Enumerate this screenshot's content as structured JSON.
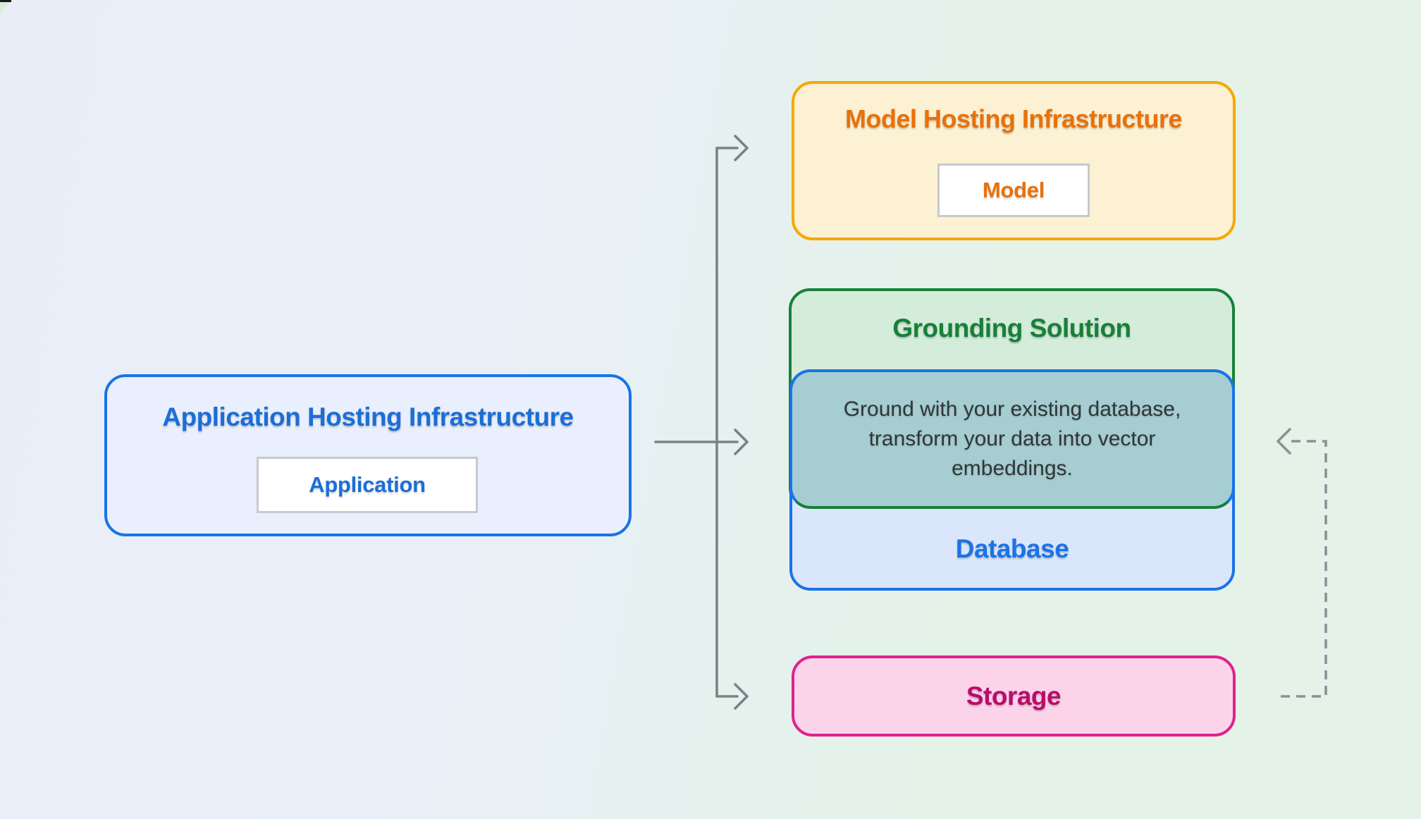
{
  "colors": {
    "background_left": "#e9edf8",
    "background_mid": "#e9eff8",
    "background_right": "#e4f2e8",
    "corner_dark": "#16191c",
    "corner_green": "#d9ecd9",
    "app_border": "#1a73e8",
    "app_fill": "#e9effd",
    "app_title": "#1b6ed8",
    "app_inner_text": "#1b6ed8",
    "model_border": "#f6a800",
    "model_fill": "#fdf1d3",
    "model_title": "#e8710a",
    "model_inner_text": "#e8710a",
    "grounding_border": "#188038",
    "grounding_fill": "#d4ecda",
    "grounding_title": "#188038",
    "database_border": "#1a73e8",
    "database_fill": "#d9e6fc",
    "database_title": "#1a73e8",
    "overlap_fill": "#a6ced2",
    "overlap_text": "#303638",
    "storage_border": "#e0218f",
    "storage_fill": "#fbd4e9",
    "storage_title": "#bb0a6e",
    "arrow": "#7c8187",
    "arrow_dashed": "#8b9197",
    "inner_border": "#c6c9cd",
    "inner_fill": "#ffffff"
  },
  "diagram": {
    "application_hosting": {
      "title": "Application Hosting Infrastructure",
      "inner_label": "Application"
    },
    "model_hosting": {
      "title": "Model Hosting Infrastructure",
      "inner_label": "Model"
    },
    "grounding_solution": {
      "title": "Grounding Solution",
      "description": "Ground with your existing database, transform your data into vector embeddings.",
      "database_label": "Database"
    },
    "storage": {
      "title": "Storage"
    }
  }
}
